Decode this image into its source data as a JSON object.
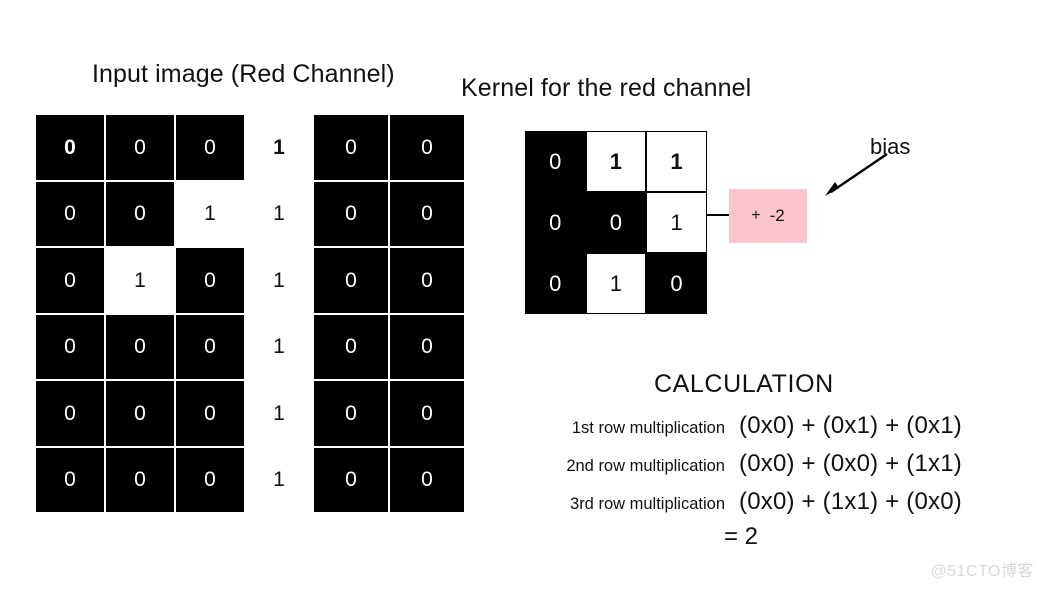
{
  "titles": {
    "input_image": "Input image (Red Channel)",
    "kernel": "Kernel for the red channel",
    "calculation": "CALCULATION"
  },
  "colors": {
    "background": "#ffffff",
    "cell_on": "#ffffff",
    "cell_off": "#000000",
    "bias_box": "#FBC5CD",
    "text": "#111111",
    "watermark": "#d8d8d8"
  },
  "input_image": {
    "left_block": {
      "rows": 6,
      "cols": 3,
      "cells": [
        [
          {
            "value": "0",
            "fill": "black",
            "bold": true
          },
          {
            "value": "0",
            "fill": "black",
            "bold": false
          },
          {
            "value": "0",
            "fill": "black",
            "bold": false
          }
        ],
        [
          {
            "value": "0",
            "fill": "black",
            "bold": false
          },
          {
            "value": "0",
            "fill": "black",
            "bold": false
          },
          {
            "value": "1",
            "fill": "white",
            "bold": false
          }
        ],
        [
          {
            "value": "0",
            "fill": "black",
            "bold": false
          },
          {
            "value": "1",
            "fill": "white",
            "bold": false
          },
          {
            "value": "0",
            "fill": "black",
            "bold": false
          }
        ],
        [
          {
            "value": "0",
            "fill": "black",
            "bold": false
          },
          {
            "value": "0",
            "fill": "black",
            "bold": false
          },
          {
            "value": "0",
            "fill": "black",
            "bold": false
          }
        ],
        [
          {
            "value": "0",
            "fill": "black",
            "bold": false
          },
          {
            "value": "0",
            "fill": "black",
            "bold": false
          },
          {
            "value": "0",
            "fill": "black",
            "bold": false
          }
        ],
        [
          {
            "value": "0",
            "fill": "black",
            "bold": false
          },
          {
            "value": "0",
            "fill": "black",
            "bold": false
          },
          {
            "value": "0",
            "fill": "black",
            "bold": false
          }
        ]
      ]
    },
    "gap_column": [
      {
        "value": "1",
        "bold": true
      },
      {
        "value": "1",
        "bold": false
      },
      {
        "value": "1",
        "bold": false
      },
      {
        "value": "1",
        "bold": false
      },
      {
        "value": "1",
        "bold": false
      },
      {
        "value": "1",
        "bold": false
      }
    ],
    "right_block": {
      "rows": 6,
      "cols": 2,
      "cells": [
        [
          {
            "value": "0",
            "fill": "black",
            "bold": false
          },
          {
            "value": "0",
            "fill": "black",
            "bold": false
          }
        ],
        [
          {
            "value": "0",
            "fill": "black",
            "bold": false
          },
          {
            "value": "0",
            "fill": "black",
            "bold": false
          }
        ],
        [
          {
            "value": "0",
            "fill": "black",
            "bold": false
          },
          {
            "value": "0",
            "fill": "black",
            "bold": false
          }
        ],
        [
          {
            "value": "0",
            "fill": "black",
            "bold": false
          },
          {
            "value": "0",
            "fill": "black",
            "bold": false
          }
        ],
        [
          {
            "value": "0",
            "fill": "black",
            "bold": false
          },
          {
            "value": "0",
            "fill": "black",
            "bold": false
          }
        ],
        [
          {
            "value": "0",
            "fill": "black",
            "bold": false
          },
          {
            "value": "0",
            "fill": "black",
            "bold": false
          }
        ]
      ]
    }
  },
  "kernel": {
    "rows": 3,
    "cols": 3,
    "cells": [
      [
        {
          "value": "0",
          "fill": "black",
          "bold": false
        },
        {
          "value": "1",
          "fill": "white",
          "bold": true
        },
        {
          "value": "1",
          "fill": "white",
          "bold": true
        }
      ],
      [
        {
          "value": "0",
          "fill": "black",
          "bold": false
        },
        {
          "value": "0",
          "fill": "black",
          "bold": false
        },
        {
          "value": "1",
          "fill": "white",
          "bold": false
        }
      ],
      [
        {
          "value": "0",
          "fill": "black",
          "bold": false
        },
        {
          "value": "1",
          "fill": "white",
          "bold": false
        },
        {
          "value": "0",
          "fill": "black",
          "bold": false
        }
      ]
    ]
  },
  "bias": {
    "label": "bias",
    "sign": "+",
    "value": "-2",
    "arrow_icon": "arrow-down-left-icon"
  },
  "calculation": {
    "rows": [
      {
        "label": "1st row multiplication",
        "expression": "(0x0) + (0x1) + (0x1)"
      },
      {
        "label": "2nd row multiplication",
        "expression": "(0x0) + (0x0) + (1x1)"
      },
      {
        "label": "3rd row multiplication",
        "expression": "(0x0) + (1x1) + (0x0)"
      }
    ],
    "result": "= 2"
  },
  "watermark": "@51CTO博客"
}
